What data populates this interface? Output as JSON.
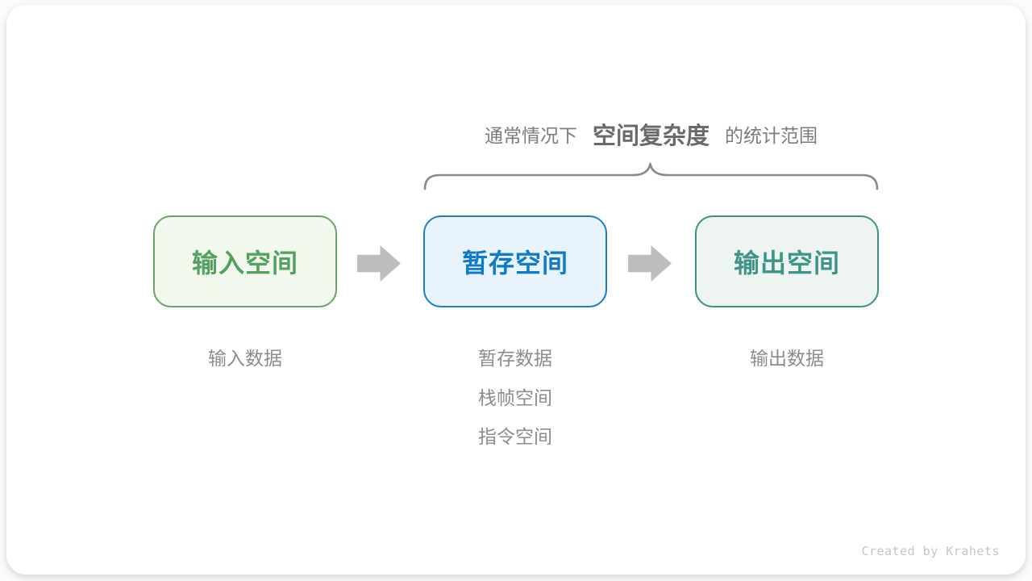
{
  "caption": {
    "prefix": "通常情况下",
    "highlight": "空间复杂度",
    "suffix": "的统计范围"
  },
  "boxes": [
    {
      "label": "输入空间",
      "text_color": "#53A15E",
      "border_color": "#69A564",
      "bg_color": "#F3F8EF"
    },
    {
      "label": "暂存空间",
      "text_color": "#0E7ACA",
      "border_color": "#1A7ECB",
      "bg_color": "#E8F3FB"
    },
    {
      "label": "输出空间",
      "text_color": "#3F9488",
      "border_color": "#3E9185",
      "bg_color": "#EDF4F1"
    }
  ],
  "annotations": {
    "input": [
      "输入数据"
    ],
    "buffer": [
      "暂存数据",
      "栈帧空间",
      "指令空间"
    ],
    "output": [
      "输出数据"
    ]
  },
  "icons": {
    "arrow": "right-block-arrow",
    "brace": "curly-brace-over-buffer-and-output"
  },
  "colors": {
    "arrow": "#BDBDBD",
    "brace": "#8A8A8A",
    "caption_text": "#7C7C7C",
    "caption_highlight": "#6A6A6A",
    "annotation_text": "#8C8C8C",
    "credit_text": "#C6C6C6"
  },
  "credit": "Created by Krahets"
}
